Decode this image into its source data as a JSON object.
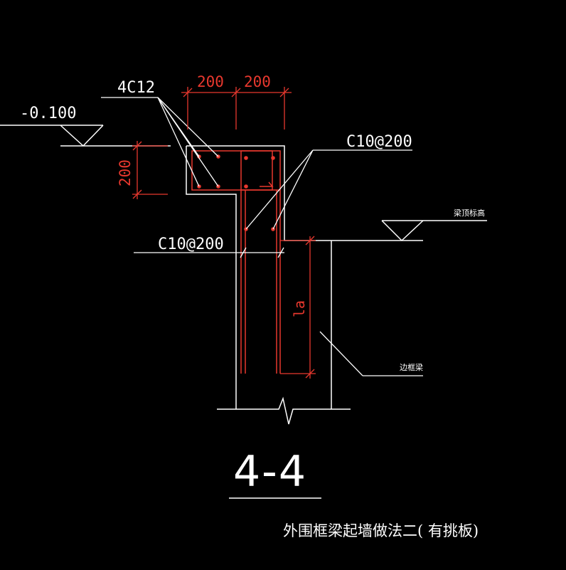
{
  "colors": {
    "background": "#000000",
    "outline": "#ffffff",
    "rebar": "#e8382e",
    "dimension": "#e8382e"
  },
  "labels": {
    "elevation": "-0.100",
    "top_bars": "4C12",
    "stirrup_right": "C10@200",
    "stirrup_left": "C10@200",
    "beam_top_elevation": "梁顶标高",
    "edge_beam": "边框梁",
    "section_id": "4-4",
    "caption": "外围框梁起墙做法二( 有挑板)"
  },
  "dimensions": {
    "width_left": "200",
    "width_right": "200",
    "height": "200",
    "anchorage": "la"
  }
}
